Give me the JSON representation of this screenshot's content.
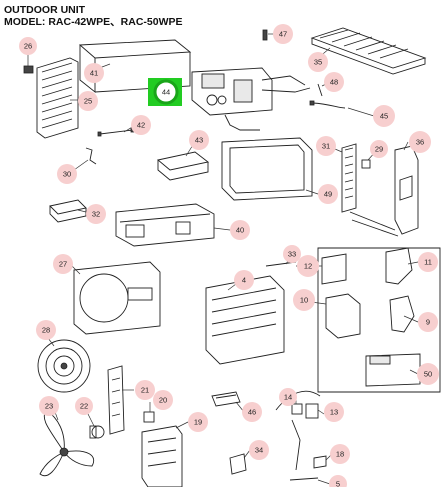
{
  "header": {
    "line1": "OUTDOOR UNIT",
    "line2": "MODEL:  RAC-42WPE、RAC-50WPE"
  },
  "selected_part": "44",
  "parts": [
    {
      "id": "p26",
      "label": "26"
    },
    {
      "id": "p41",
      "label": "41"
    },
    {
      "id": "p47",
      "label": "47"
    },
    {
      "id": "p35",
      "label": "35"
    },
    {
      "id": "p44",
      "label": "44"
    },
    {
      "id": "p48",
      "label": "48"
    },
    {
      "id": "p25",
      "label": "25"
    },
    {
      "id": "p42",
      "label": "42"
    },
    {
      "id": "p45",
      "label": "45"
    },
    {
      "id": "p43",
      "label": "43"
    },
    {
      "id": "p31",
      "label": "31"
    },
    {
      "id": "p29",
      "label": "29"
    },
    {
      "id": "p36",
      "label": "36"
    },
    {
      "id": "p30",
      "label": "30"
    },
    {
      "id": "p49",
      "label": "49"
    },
    {
      "id": "p32",
      "label": "32"
    },
    {
      "id": "p40",
      "label": "40"
    },
    {
      "id": "p33",
      "label": "33"
    },
    {
      "id": "p12",
      "label": "12"
    },
    {
      "id": "p11",
      "label": "11"
    },
    {
      "id": "p27",
      "label": "27"
    },
    {
      "id": "p4",
      "label": "4"
    },
    {
      "id": "p10",
      "label": "10"
    },
    {
      "id": "p9",
      "label": "9"
    },
    {
      "id": "p28",
      "label": "28"
    },
    {
      "id": "p50",
      "label": "50"
    },
    {
      "id": "p21",
      "label": "21"
    },
    {
      "id": "p23",
      "label": "23"
    },
    {
      "id": "p22",
      "label": "22"
    },
    {
      "id": "p20",
      "label": "20"
    },
    {
      "id": "p19",
      "label": "19"
    },
    {
      "id": "p46",
      "label": "46"
    },
    {
      "id": "p14",
      "label": "14"
    },
    {
      "id": "p13",
      "label": "13"
    },
    {
      "id": "p34",
      "label": "34"
    },
    {
      "id": "p18",
      "label": "18"
    },
    {
      "id": "p5",
      "label": "5"
    }
  ]
}
